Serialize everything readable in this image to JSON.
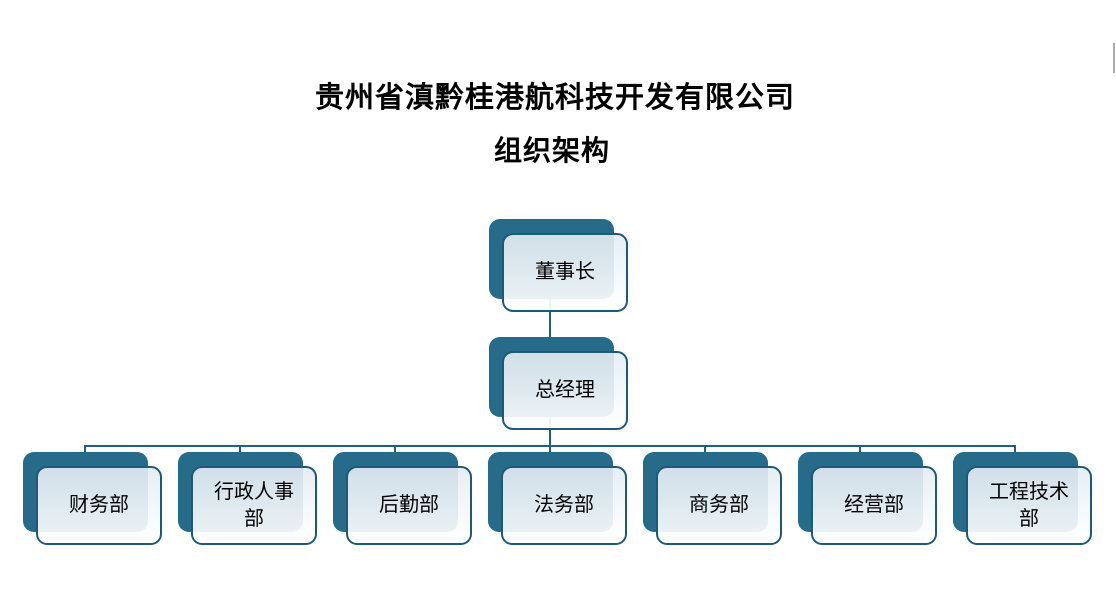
{
  "title": "贵州省滇黔桂港航科技开发有限公司",
  "subtitle": "组织架构",
  "nodes": {
    "chairman": {
      "label": "董事长"
    },
    "general_manager": {
      "label": "总经理"
    },
    "departments": [
      {
        "label": "财务部"
      },
      {
        "label": "行政人事\n部"
      },
      {
        "label": "后勤部"
      },
      {
        "label": "法务部"
      },
      {
        "label": "商务部"
      },
      {
        "label": "经营部"
      },
      {
        "label": "工程技术\n部"
      }
    ]
  },
  "hierarchy": {
    "root": "董事长",
    "root_reports_to_none": true,
    "level2": "总经理",
    "level3_count": 7
  },
  "colors": {
    "node_back": "#266B8A",
    "node_border": "#1E5A78",
    "connector": "#245E7C",
    "node_fill_top": "#E7EDF3",
    "node_fill_bottom": "#FFFFFF",
    "text": "#000000",
    "background": "#FFFFFF",
    "scrollbar_thumb": "#ABABAB"
  }
}
